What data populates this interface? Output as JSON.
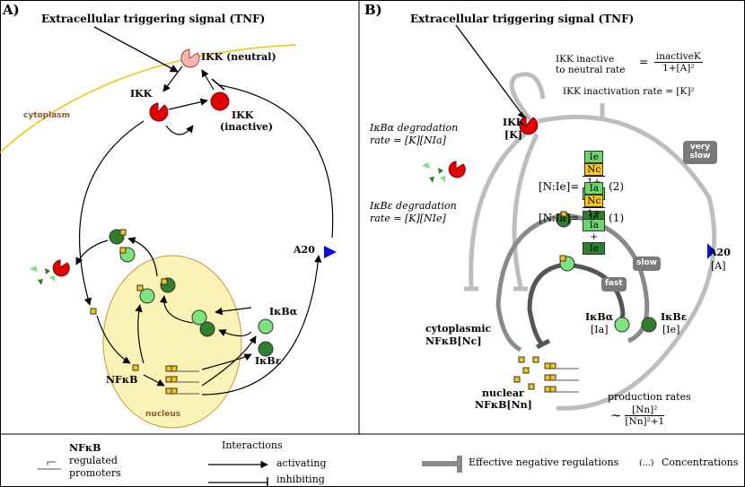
{
  "panel_a": {
    "label": "A)",
    "signal": "Extracellular triggering signal (TNF)",
    "ikk_neutral": "IKK (neutral)",
    "ikk": "IKK",
    "ikk_inactive_1": "IKK",
    "ikk_inactive_2": "(inactive)",
    "cytoplasm": "cytoplasm",
    "nucleus": "nucleus",
    "nfkb": "NFκB",
    "ikba": "IκBα",
    "ikbe": "IκBε",
    "a20": "A20"
  },
  "panel_b": {
    "label": "B)",
    "signal": "Extracellular triggering signal (TNF)",
    "ikk_rate_label_1": "IKK inactive",
    "ikk_rate_label_2": "to neutral rate",
    "ikk_rate_num": "inactiveK",
    "ikk_rate_den": "1+[A]²",
    "ikk_inactivation": "IKK inactivation rate = [K]²",
    "ikba_deg_1": "IκBα degradation",
    "ikba_deg_2": "rate = [K][NIa]",
    "ikbe_deg_1": "IκBε degradation",
    "ikbe_deg_2": "rate = [K][NIe]",
    "ikk": "IKK",
    "ikk_sym": "[K]",
    "eq1_lhs": "[N:Ie]=",
    "eq1_num_a": "Ie",
    "eq1_num_b": "Nc",
    "eq1_den": "1+",
    "eq1_den_a": "Ia",
    "eq1_den_plus": "+",
    "eq1_den_b": "Ie",
    "eq1_tag": "(2)",
    "eq2_lhs": "[N:Ia]=",
    "eq2_num_a": "Ia",
    "eq2_num_b": "Nc",
    "eq2_den": "1+",
    "eq2_den_a": "Ia",
    "eq2_den_plus": "+",
    "eq2_den_b": "Ie",
    "eq2_tag": "(1)",
    "very_slow": "very slow",
    "slow": "slow",
    "fast": "fast",
    "a20": "A20",
    "a20_sym": "[A]",
    "cyto_nfkb_1": "cytoplasmic",
    "cyto_nfkb_2": "NFκB[Nc]",
    "ikba": "IκBα",
    "ikba_sym": "[Ia]",
    "ikbe": "IκBε",
    "ikbe_sym": "[Ie]",
    "nuclear_1": "nuclear",
    "nuclear_2": "NFκB[Nn]",
    "prod_label": "production rates",
    "prod_tilde": "∼",
    "prod_num": "[Nn]²",
    "prod_den": "[Nn]²+1"
  },
  "legend": {
    "nfkb": "NFκB",
    "regulated": "regulated",
    "promoters": "promoters",
    "interactions": "Interactions",
    "activating": "activating",
    "inhibiting": "inhibiting",
    "neg_reg": "Effective negative regulations",
    "conc_sym": "(...)",
    "concentrations": "Concentrations"
  },
  "colors": {
    "ikk_red": "#e30000",
    "ikk_pink": "#f6b6b6",
    "light_green": "#7de37d",
    "dark_green": "#2f7f2f",
    "nfkb_yellow": "#f5c518",
    "nucleus_fill": "#fbf3b5",
    "membrane": "#f0c400",
    "a20_blue": "#1010d0",
    "badge_gray": "#7a7a7a"
  }
}
